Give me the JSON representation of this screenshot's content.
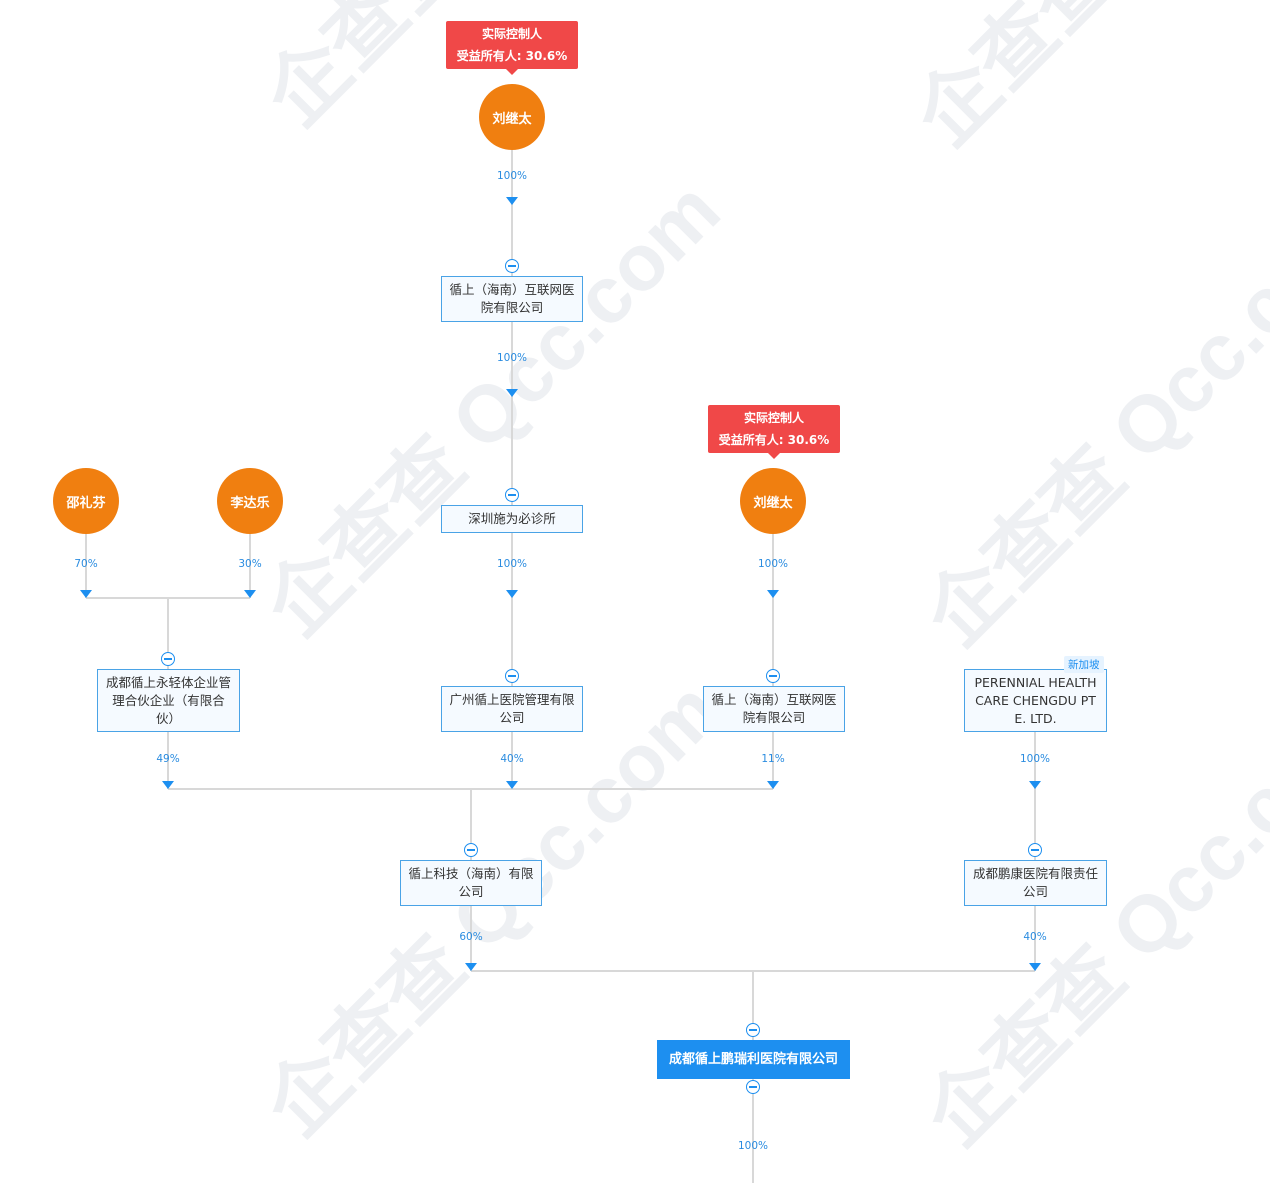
{
  "watermark": "企查查 Qcc.com",
  "controller_tag": {
    "line1": "实际控制人",
    "line2": "受益所有人: 30.6%"
  },
  "persons": {
    "liu1": "刘继太",
    "shao": "邵礼芬",
    "li": "李达乐",
    "liu2": "刘继太"
  },
  "companies": {
    "xunshang_hainan_1": "循上（海南）互联网医院有限公司",
    "shenzhen": "深圳施为必诊所",
    "chengdu_yongqing": "成都循上永轻体企业管理合伙企业（有限合伙）",
    "guangzhou": "广州循上医院管理有限公司",
    "xunshang_hainan_2": "循上（海南）互联网医院有限公司",
    "perennial": "PERENNIAL HEALTHCARE CHENGDU PTE. LTD.",
    "perennial_country": "新加坡",
    "xunshang_tech": "循上科技（海南）有限公司",
    "chengdu_pengkang": "成都鹏康医院有限责任公司",
    "target": "成都循上鹏瑞利医院有限公司"
  },
  "percentages": {
    "liu1_to_hainan1": "100%",
    "hainan1_to_shenzhen": "100%",
    "shenzhen_to_guangzhou": "100%",
    "shao_to_yongqing": "70%",
    "li_to_yongqing": "30%",
    "liu2_to_hainan2": "100%",
    "yongqing_to_tech": "49%",
    "guangzhou_to_tech": "40%",
    "hainan2_to_tech": "11%",
    "perennial_to_pengkang": "100%",
    "tech_to_target": "60%",
    "pengkang_to_target": "40%",
    "target_downstream": "100%"
  },
  "colors": {
    "person": "#f07f10",
    "controller_tag": "#f04848",
    "line": "#d8d8d8",
    "arrow": "#1d8ff0",
    "percent_text": "#2a8ce0",
    "company_border": "#4aa3e6",
    "target_fill": "#1d8ff0"
  }
}
